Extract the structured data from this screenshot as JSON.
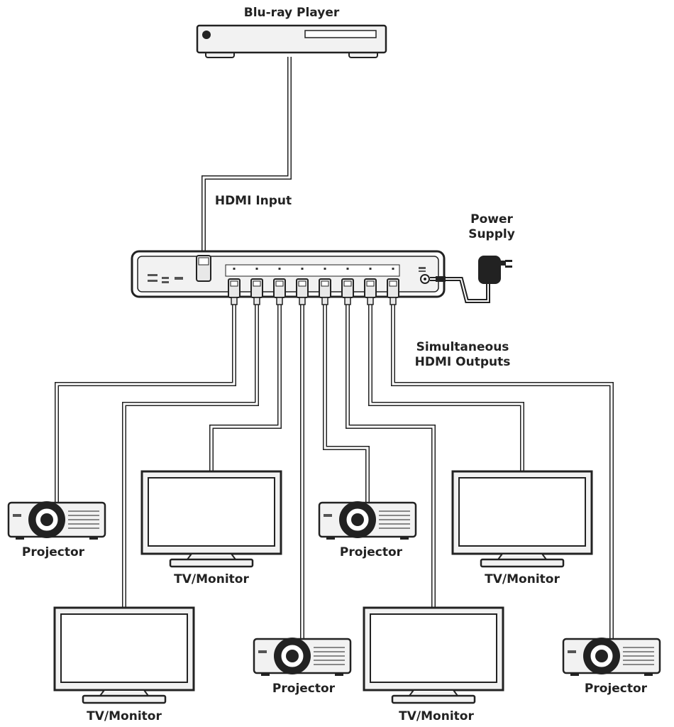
{
  "labels": {
    "source": "Blu-ray Player",
    "input": "HDMI Input",
    "power_line1": "Power",
    "power_line2": "Supply",
    "outputs_line1": "Simultaneous",
    "outputs_line2": "HDMI Outputs"
  },
  "devices": [
    {
      "type": "projector",
      "label": "Projector"
    },
    {
      "type": "monitor",
      "label": "TV/Monitor"
    },
    {
      "type": "monitor",
      "label": "TV/Monitor"
    },
    {
      "type": "projector",
      "label": "Projector"
    },
    {
      "type": "projector",
      "label": "Projector"
    },
    {
      "type": "monitor",
      "label": "TV/Monitor"
    },
    {
      "type": "monitor",
      "label": "TV/Monitor"
    },
    {
      "type": "projector",
      "label": "Projector"
    }
  ],
  "colors": {
    "stroke": "#222222",
    "device_fill": "#f2f2f2",
    "screen": "#ffffff",
    "cable": "#ffffff"
  }
}
